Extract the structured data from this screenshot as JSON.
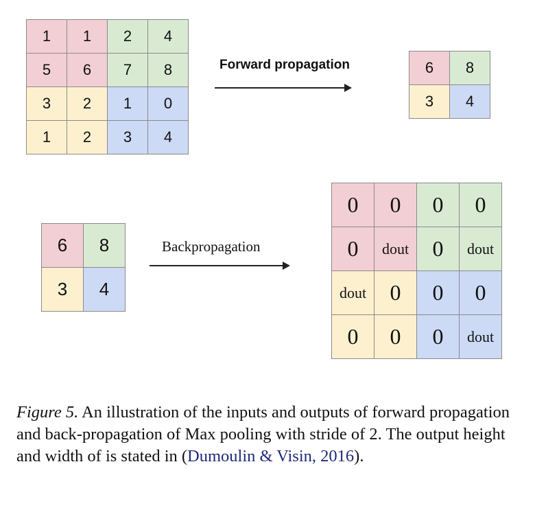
{
  "input_matrix": [
    [
      "1",
      "1",
      "2",
      "4"
    ],
    [
      "5",
      "6",
      "7",
      "8"
    ],
    [
      "3",
      "2",
      "1",
      "0"
    ],
    [
      "1",
      "2",
      "3",
      "4"
    ]
  ],
  "forward_label": "Forward propagation",
  "pooled_output": [
    [
      "6",
      "8"
    ],
    [
      "3",
      "4"
    ]
  ],
  "gradient_input": [
    [
      "6",
      "8"
    ],
    [
      "3",
      "4"
    ]
  ],
  "backward_label": "Backpropagation",
  "gradient_output": [
    [
      "0",
      "0",
      "0",
      "0"
    ],
    [
      "0",
      "dout",
      "0",
      "dout"
    ],
    [
      "dout",
      "0",
      "0",
      "0"
    ],
    [
      "0",
      "0",
      "0",
      "dout"
    ]
  ],
  "region_colors": {
    "top_left": "#f2cfd4",
    "top_right": "#d9ead3",
    "bottom_left": "#fdf0cf",
    "bottom_right": "#cddaf5"
  },
  "caption": {
    "figure_label": "Figure 5.",
    "text": " An illustration of the inputs and outputs of forward propagation and back-propagation of Max pooling with stride of 2. The output height and width of is stated in (",
    "citation": "Dumoulin & Visin, 2016",
    "end": ")."
  }
}
